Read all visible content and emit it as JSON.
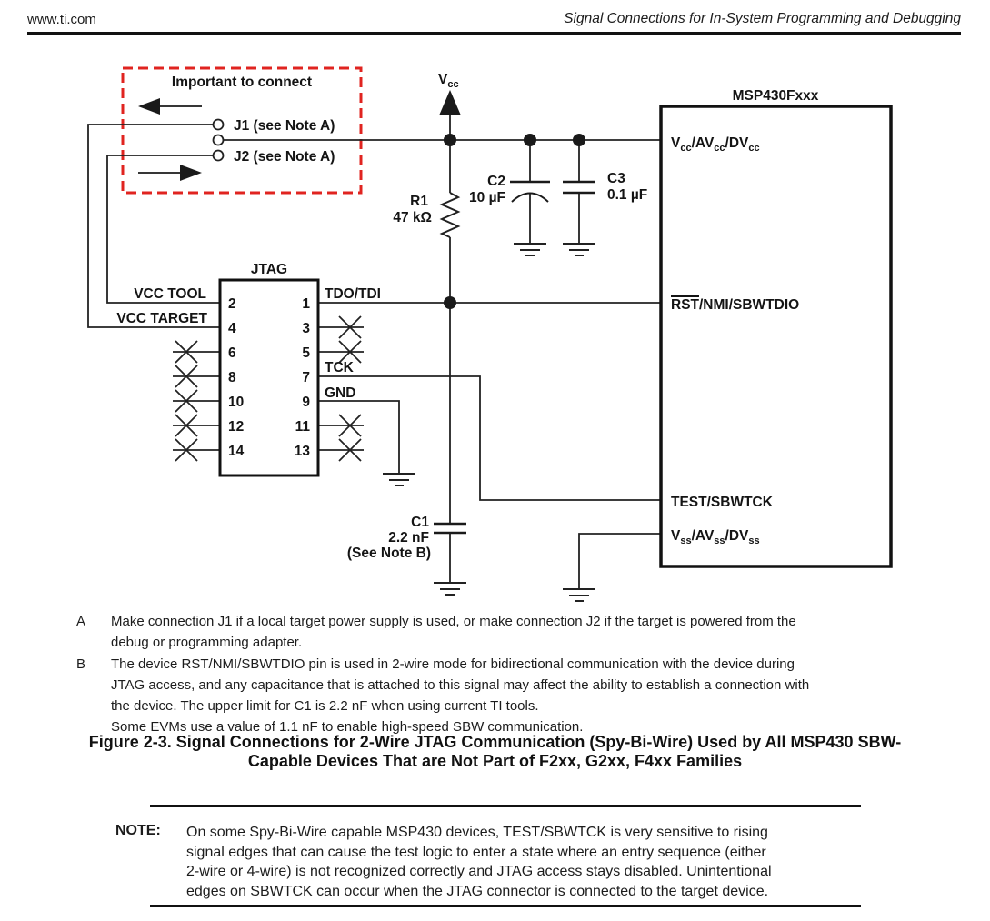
{
  "header": {
    "site": "www.ti.com",
    "title": "Signal Connections for In-System Programming and Debugging"
  },
  "schematic": {
    "important_box": {
      "label": "Important to connect",
      "color": "#e02420"
    },
    "jumpers": {
      "j1": "J1 (see Note A)",
      "j2": "J2 (see Note A)"
    },
    "power": {
      "vcc_main": "V",
      "vcc_sub": "cc"
    },
    "r1": {
      "name": "R1",
      "value": "47 kΩ"
    },
    "c1": {
      "name": "C1",
      "value": "2.2 nF",
      "note": "(See Note B)"
    },
    "c2": {
      "name": "C2",
      "value": "10 µF"
    },
    "c3": {
      "name": "C3",
      "value": "0.1 µF"
    },
    "jtag": {
      "title": "JTAG",
      "left_pins": [
        "2",
        "4",
        "6",
        "8",
        "10",
        "12",
        "14"
      ],
      "right_pins": [
        "1",
        "3",
        "5",
        "7",
        "9",
        "11",
        "13"
      ],
      "vcc_tool": "VCC TOOL",
      "vcc_target": "VCC TARGET",
      "tdo_tdi": "TDO/TDI",
      "tck": "TCK",
      "gnd": "GND"
    },
    "msp": {
      "title": "MSP430Fxxx",
      "pin_vcc": [
        "V",
        "cc",
        "/AV",
        "cc",
        "/DV",
        "cc"
      ],
      "pin_rst": [
        "RST",
        "/NMI/SBWTDIO"
      ],
      "pin_test": "TEST/SBWTCK",
      "pin_vss": [
        "V",
        "ss",
        "/AV",
        "ss",
        "/DV",
        "ss"
      ]
    }
  },
  "notes": {
    "a": {
      "label": "A",
      "lines": [
        "Make connection J1 if a local target power supply is used, or make connection J2 if the target is powered from the",
        "debug or programming adapter."
      ]
    },
    "b": {
      "label": "B",
      "line1_pre": "The device ",
      "line1_ov": "RST",
      "line1_post": "/NMI/SBWTDIO pin is used in 2-wire mode for bidirectional communication with the device during",
      "lines": [
        "JTAG access, and any capacitance that is attached to this signal may affect the ability to establish a connection with",
        "the device. The upper limit for C1 is 2.2 nF when using current TI tools.",
        "Some EVMs use a value of 1.1 nF to enable high-speed SBW communication."
      ]
    }
  },
  "figure_caption": {
    "line1": "Figure 2-3. Signal Connections for 2-Wire JTAG Communication (Spy-Bi-Wire) Used by All MSP430 SBW-",
    "line2": "Capable Devices That are Not Part of F2xx, G2xx, F4xx Families"
  },
  "note_box": {
    "label": "NOTE:",
    "lines": [
      "On some Spy-Bi-Wire capable MSP430 devices, TEST/SBWTCK is very sensitive to rising",
      "signal edges that can cause the test logic to enter a state where an entry sequence (either",
      "2-wire or 4-wire) is not recognized correctly and JTAG access stays disabled. Unintentional",
      "edges on SBWTCK can occur when the JTAG connector is connected to the target device."
    ]
  }
}
